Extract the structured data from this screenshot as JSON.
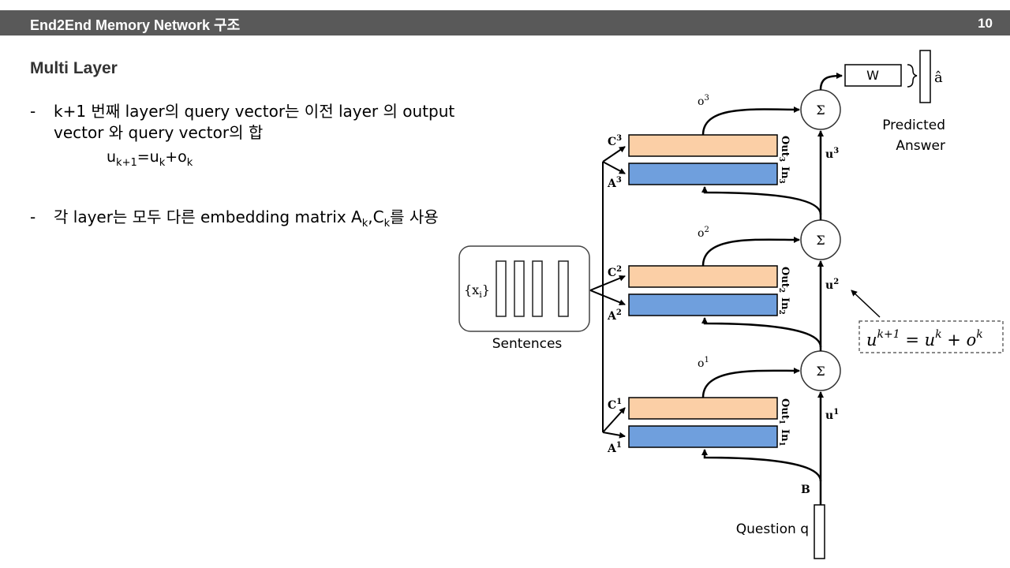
{
  "header": {
    "title": "End2End Memory Network  구조",
    "page": "10"
  },
  "heading": "Multi Layer",
  "bullets": [
    {
      "dash": "-",
      "line1": "k+1 번째 layer의 query vector는 이전 layer 의 output",
      "line2": "vector 와 query vector의 합"
    },
    {
      "dash": "-",
      "pre": "각 layer는 모두 다른 embedding matrix A",
      "k1": "k",
      "mid": ",C",
      "k2": "k",
      "post": "를 사용"
    }
  ],
  "formula": {
    "u": "u",
    "sub1": "k+1",
    "eq": "=u",
    "sub2": "k",
    "plus": "+o",
    "sub3": "k"
  },
  "figure": {
    "w_label": "W",
    "a_hat": "â",
    "predicted": "Predicted",
    "answer": "Answer",
    "sentences": "Sentences",
    "xi": "{x",
    "xi_sub": "i",
    "xi_close": "}",
    "question": "Question q",
    "b_label": "B",
    "sigma": "Σ",
    "layers": [
      {
        "o": "o",
        "o_sup": "3",
        "c": "C",
        "c_sup": "3",
        "a": "A",
        "a_sup": "3",
        "out": "Out",
        "out_sub": "3",
        "in": "In",
        "in_sub": "3",
        "u": "u",
        "u_sup": "3"
      },
      {
        "o": "o",
        "o_sup": "2",
        "c": "C",
        "c_sup": "2",
        "a": "A",
        "a_sup": "2",
        "out": "Out",
        "out_sub": "2",
        "in": "In",
        "in_sub": "2",
        "u": "u",
        "u_sup": "2"
      },
      {
        "o": "o",
        "o_sup": "1",
        "c": "C",
        "c_sup": "1",
        "a": "A",
        "a_sup": "1",
        "out": "Out",
        "out_sub": "1",
        "in": "In",
        "in_sub": "1",
        "u": "u",
        "u_sup": "1"
      }
    ],
    "eq_box": {
      "u": "u",
      "sup1": "k+1",
      "eq": " = u",
      "sup2": "k",
      "plus": " + o",
      "sup3": "k"
    },
    "colors": {
      "c_block": "#fbcfa6",
      "a_block": "#6f9fdd",
      "header": "#595959"
    }
  }
}
